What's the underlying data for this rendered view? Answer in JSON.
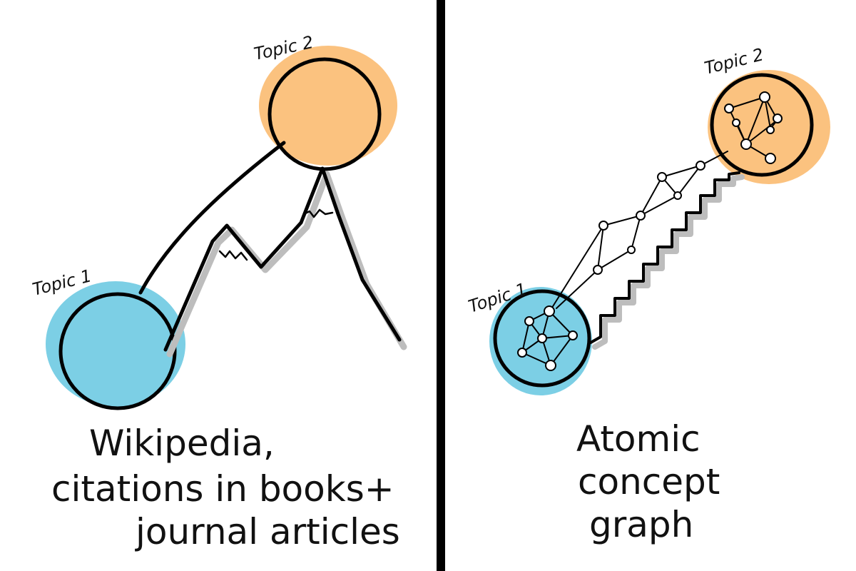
{
  "left_panel": {
    "topic_1_label": "Topic 1",
    "topic_2_label": "Topic 2",
    "caption_lines": [
      "Wikipedia,",
      "citations in books+",
      "journal articles"
    ],
    "topic_1_color": "#7ccfe5",
    "topic_2_color": "#fbc27f"
  },
  "right_panel": {
    "topic_1_label": "Topic 1",
    "topic_2_label": "Topic 2",
    "caption_lines": [
      "Atomic",
      "concept",
      "graph"
    ],
    "topic_1_color": "#7ccfe5",
    "topic_2_color": "#fbc27f"
  },
  "divider_color": "#000000"
}
